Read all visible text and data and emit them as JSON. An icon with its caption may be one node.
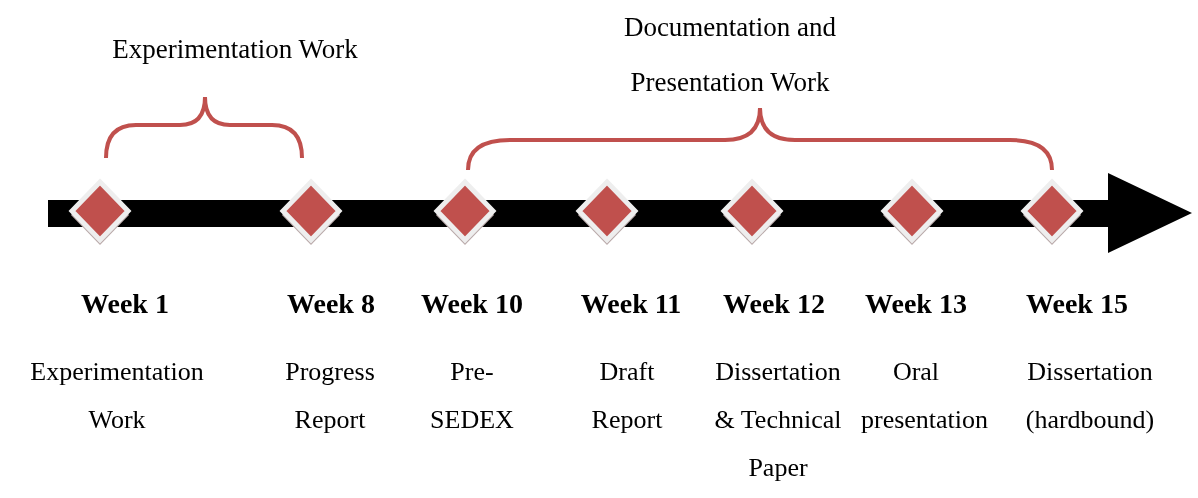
{
  "diagram": {
    "nodes": [
      {
        "text": [
          "Week 1",
          "Experimentation Work"
        ]
      },
      {
        "text": [
          "Week 8",
          "Progress Report"
        ]
      },
      {
        "text": [
          "Week 10",
          "Pre-SEDEX"
        ]
      },
      {
        "text": [
          "Week 11",
          "Draft Report"
        ]
      },
      {
        "text": [
          "Week 12",
          "Dissertation & Technical Paper"
        ]
      },
      {
        "text": [
          "Week 13",
          "Oral presentation"
        ]
      },
      {
        "text": [
          "Week 15",
          "Dissertation (hardbound)"
        ]
      }
    ],
    "labels": [
      "Experimentation Work",
      "Documentation and Presentation Work"
    ]
  }
}
